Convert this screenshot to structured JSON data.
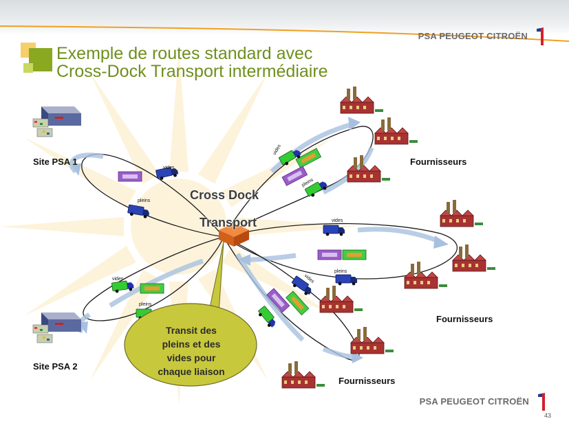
{
  "slide": {
    "title_line1": "Exemple de routes standard avec",
    "title_line2": "Cross-Dock Transport intermédiaire",
    "brand_top": "PSA PEUGEOT CITROËN",
    "brand_bottom": "PSA PEUGEOT CITROËN",
    "page_number": "43"
  },
  "nodes": {
    "site_psa_1": "Site PSA 1",
    "site_psa_2": "Site PSA 2",
    "cross_dock_line1": "Cross Dock",
    "cross_dock_line2": "Transport",
    "suppliers_1": "Fournisseurs",
    "suppliers_2": "Fournisseurs",
    "suppliers_3": "Fournisseurs"
  },
  "truck_labels": {
    "empty": "vides",
    "full": "pleins"
  },
  "callout": {
    "line1": "Transit des",
    "line2": "pleins et des",
    "line3": "vides pour",
    "line4": "chaque liaison"
  },
  "colors": {
    "title_green": "#6f8f1d",
    "accent_orange": "#f0a020",
    "callout_fill": "#c8c83c",
    "truck_green": "#33cc33",
    "truck_blue": "#2233aa",
    "factory_red": "#a83232",
    "pallet_purple": "#9a5ec8",
    "pallet_green": "#44cc44"
  }
}
